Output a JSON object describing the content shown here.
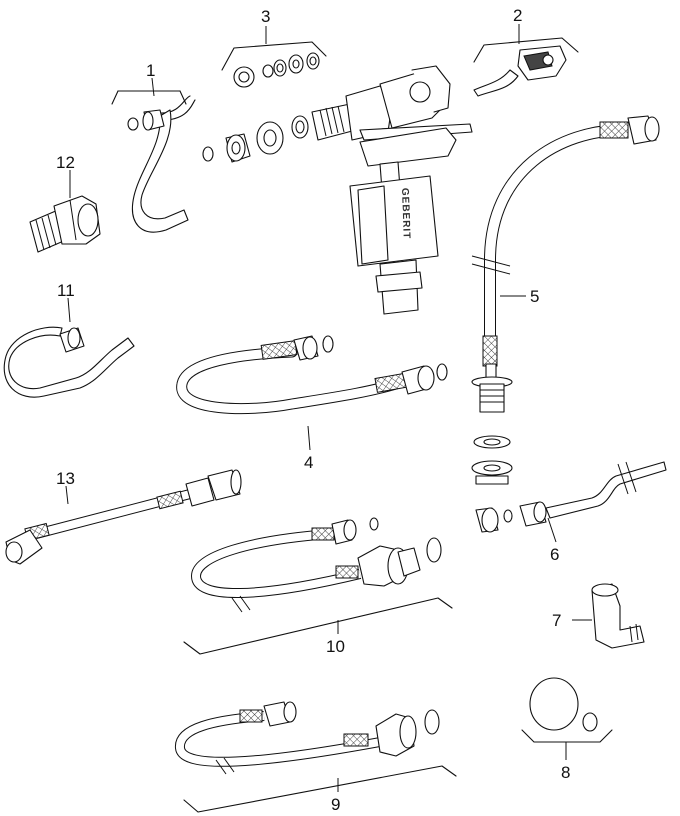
{
  "labels": {
    "p1": "1",
    "p2": "2",
    "p3": "3",
    "p4": "4",
    "p5": "5",
    "p6": "6",
    "p7": "7",
    "p8": "8",
    "p9": "9",
    "p10": "10",
    "p11": "11",
    "p12": "12",
    "p13": "13"
  },
  "logo_text": "GEBERIT"
}
